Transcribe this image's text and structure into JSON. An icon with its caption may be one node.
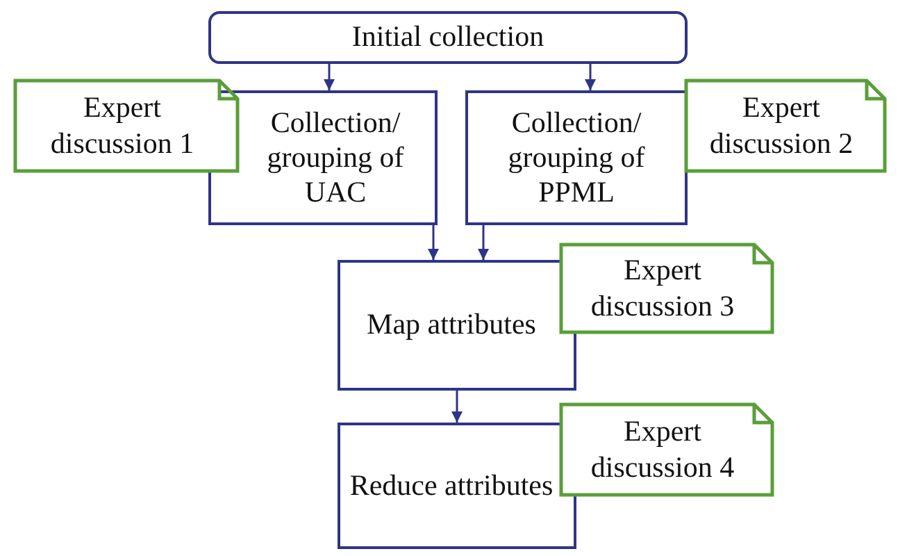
{
  "diagram": {
    "nodes": [
      {
        "text": [
          "Initial collection"
        ]
      },
      {
        "text": [
          "Expert discussion 1"
        ]
      },
      {
        "text": [
          "Collection/ grouping of UAC"
        ]
      },
      {
        "text": [
          "Collection/ grouping of PPML"
        ]
      },
      {
        "text": [
          "Expert discussion 2"
        ]
      },
      {
        "text": [
          "Map attributes"
        ]
      },
      {
        "text": [
          "Expert discussion 3"
        ]
      },
      {
        "text": [
          "Reduce attributes"
        ]
      },
      {
        "text": [
          "Expert discussion 4"
        ]
      }
    ],
    "edges": [
      {
        "from": 0,
        "to": 2,
        "arrow": "to"
      },
      {
        "from": 0,
        "to": 3,
        "arrow": "to"
      },
      {
        "from": 2,
        "to": 5,
        "arrow": "to"
      },
      {
        "from": 3,
        "to": 5,
        "arrow": "to"
      },
      {
        "from": 5,
        "to": 7,
        "arrow": "to"
      }
    ]
  }
}
